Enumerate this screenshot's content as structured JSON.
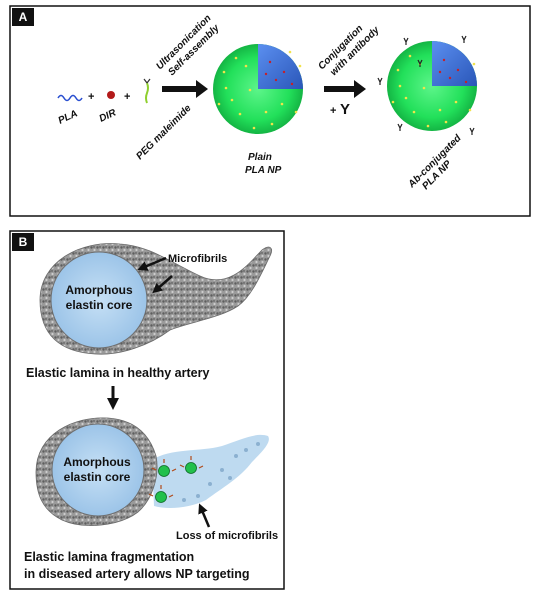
{
  "panel_a": {
    "tag": "A",
    "pla": "PLA",
    "dir": "DIR",
    "peg": "PEG maleimide",
    "plus": "+",
    "step1_line1": "Ultrasonication",
    "step1_line2": "Self-assembly",
    "step2_line1": "Conjugation",
    "step2_line2": "with antibody",
    "antibody_plus": "+",
    "antibody_symbol": "Y",
    "np1_line1": "Plain",
    "np1_line2": "PLA NP",
    "np2_line1": "Ab-conjugated",
    "np2_line2": "PLA NP"
  },
  "panel_b": {
    "tag": "B",
    "microfibrils": "Microfibrils",
    "core_line1": "Amorphous",
    "core_line2": "elastin core",
    "healthy_caption": "Elastic lamina in healthy artery",
    "core2_line1": "Amorphous",
    "core2_line2": "elastin core",
    "loss": "Loss of microfibrils",
    "diseased_line1": "Elastic lamina fragmentation",
    "diseased_line2": "in diseased artery allows NP targeting"
  },
  "colors": {
    "np_green": "#22e05a",
    "np_blue": "#3a6fd8",
    "elastin_blue": "#a9cdec",
    "fiber_gray": "#8a8a8a",
    "tag_bg": "#111111"
  }
}
